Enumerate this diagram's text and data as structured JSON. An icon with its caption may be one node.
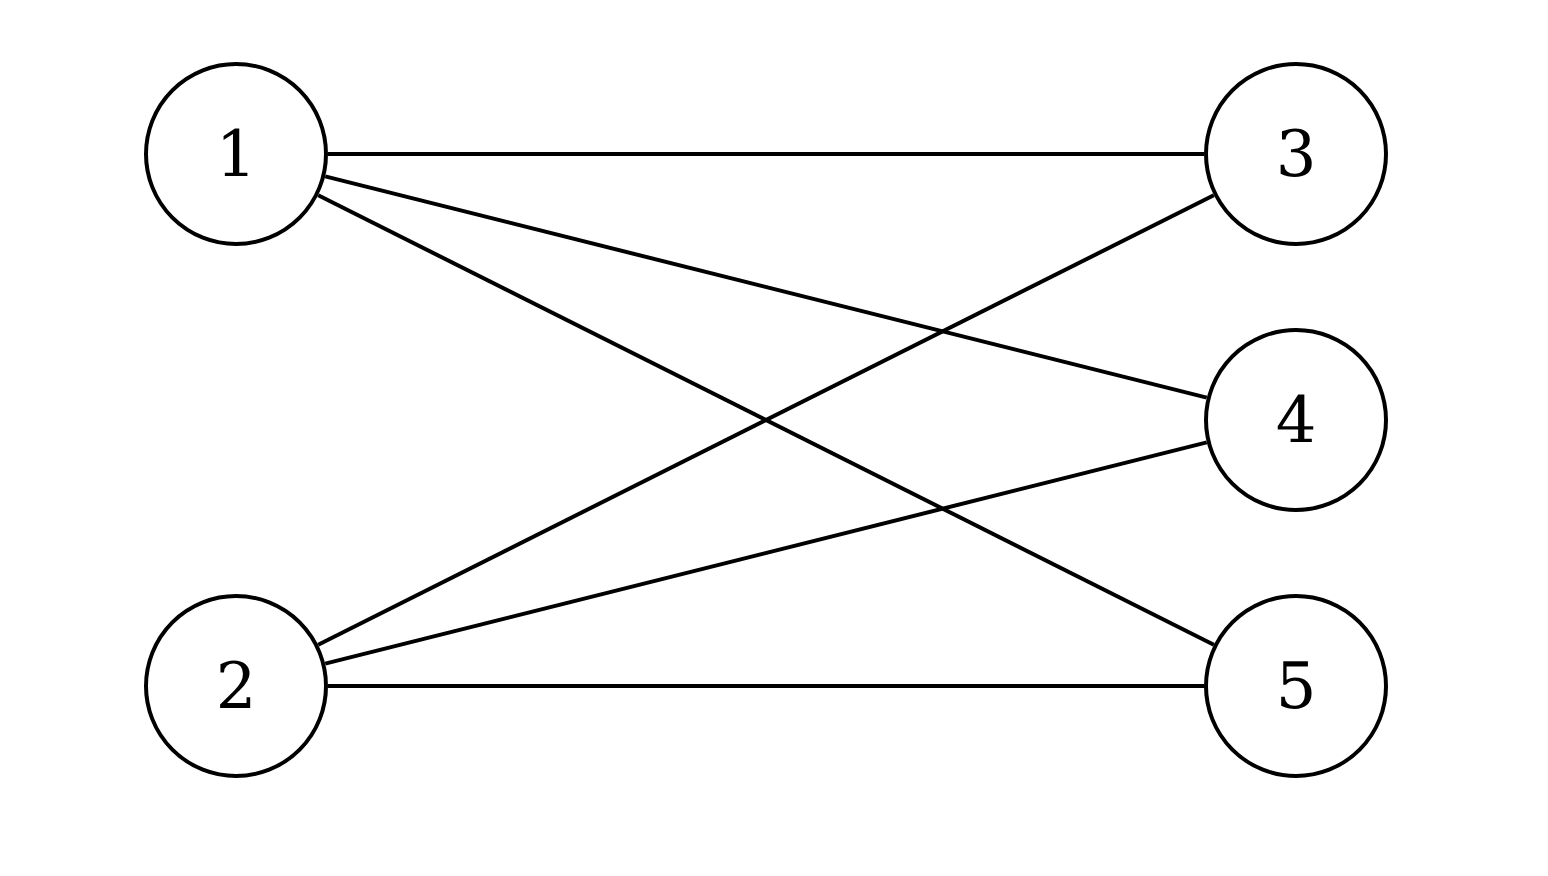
{
  "diagram": {
    "nodes": [
      {
        "text": [
          "1"
        ]
      },
      {
        "text": [
          "2"
        ]
      },
      {
        "text": [
          "3"
        ]
      },
      {
        "text": [
          "4"
        ]
      },
      {
        "text": [
          "5"
        ]
      }
    ],
    "edges": [
      {
        "from": 0,
        "to": 2,
        "arrow": "none"
      },
      {
        "from": 0,
        "to": 3,
        "arrow": "none"
      },
      {
        "from": 0,
        "to": 4,
        "arrow": "none"
      },
      {
        "from": 1,
        "to": 2,
        "arrow": "none"
      },
      {
        "from": 1,
        "to": 3,
        "arrow": "none"
      },
      {
        "from": 1,
        "to": 4,
        "arrow": "none"
      }
    ]
  }
}
